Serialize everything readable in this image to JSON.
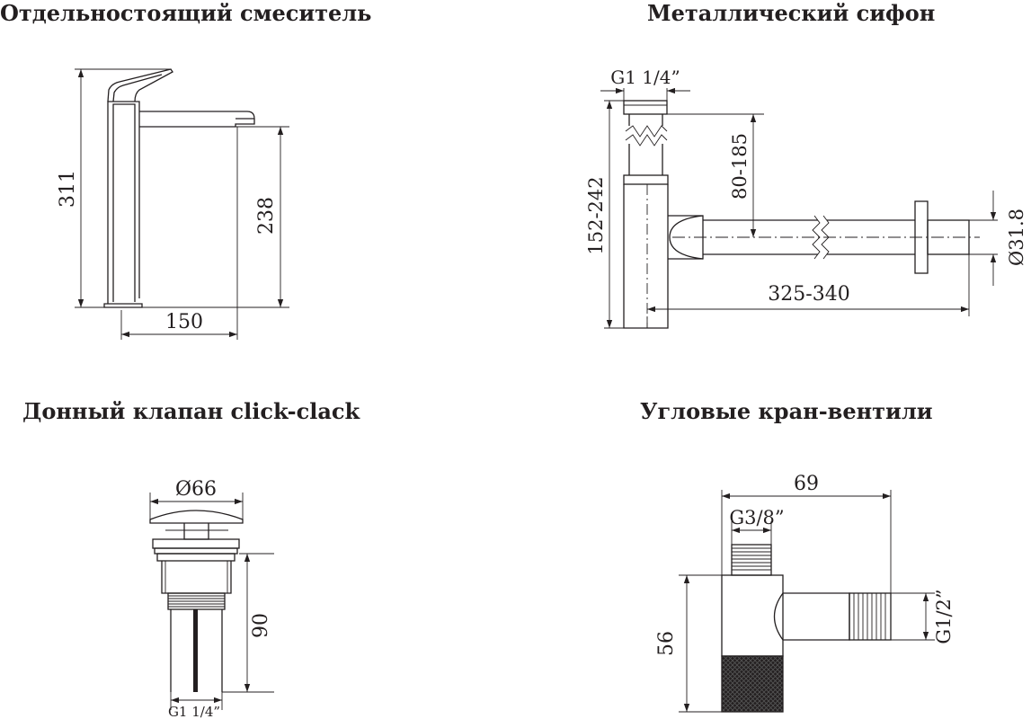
{
  "sections": {
    "faucet": {
      "title": "Отдельностоящий смеситель",
      "dims": {
        "height": "311",
        "spout_height": "238",
        "reach": "150"
      }
    },
    "siphon": {
      "title": "Металлический сифон",
      "dims": {
        "thread": "G1 1/4”",
        "pipe_height": "80-185",
        "total_height": "152-242",
        "length": "325-340",
        "diameter": "Ø31.8"
      }
    },
    "drain": {
      "title": "Донный клапан click-clack",
      "dims": {
        "diameter": "Ø66",
        "height": "90",
        "thread": "G1 1/4”"
      }
    },
    "valve": {
      "title": "Угловые кран-вентили",
      "dims": {
        "width": "69",
        "inlet_thread": "G3/8”",
        "height": "56",
        "outlet_thread": "G1/2”"
      }
    }
  }
}
